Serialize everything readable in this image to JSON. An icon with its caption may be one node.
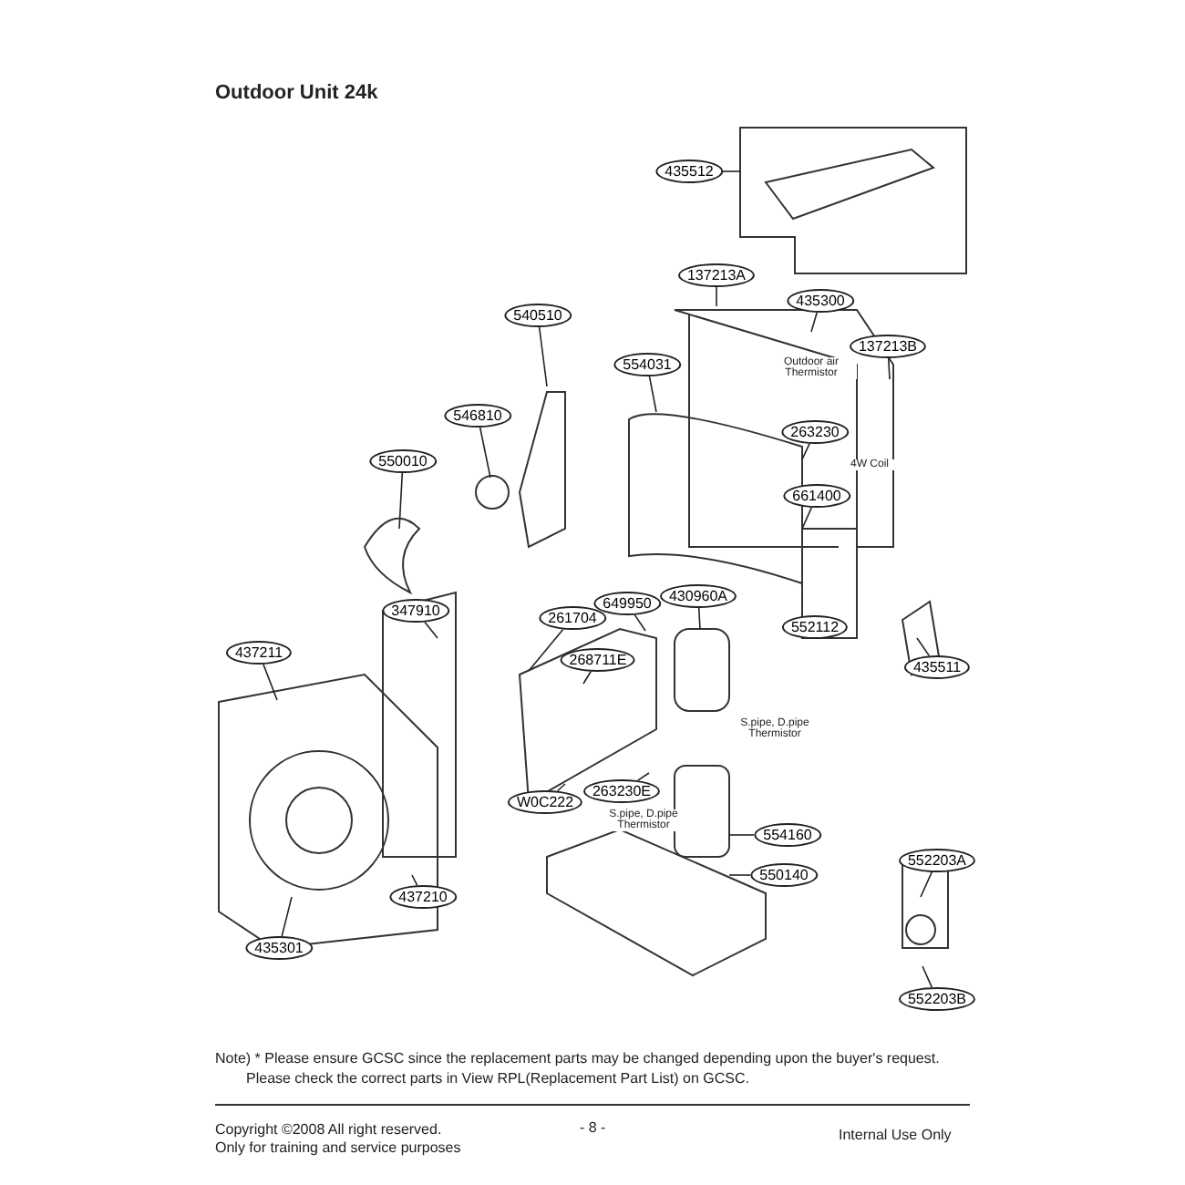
{
  "diagram": {
    "title": "Outdoor Unit 24k",
    "nodes": [
      {
        "text": [
          "435512"
        ]
      },
      {
        "text": [
          "137213A"
        ]
      },
      {
        "text": [
          "435300"
        ]
      },
      {
        "text": [
          "137213B"
        ]
      },
      {
        "text": [
          "554031"
        ]
      },
      {
        "text": [
          "540510"
        ]
      },
      {
        "text": [
          "546810"
        ]
      },
      {
        "text": [
          "550010"
        ]
      },
      {
        "text": [
          "263230"
        ]
      },
      {
        "text": [
          "661400"
        ]
      },
      {
        "text": [
          "552112"
        ]
      },
      {
        "text": [
          "430960A"
        ]
      },
      {
        "text": [
          "347910"
        ]
      },
      {
        "text": [
          "261704"
        ]
      },
      {
        "text": [
          "649950"
        ]
      },
      {
        "text": [
          "268711E"
        ]
      },
      {
        "text": [
          "437211"
        ]
      },
      {
        "text": [
          "435511"
        ]
      },
      {
        "text": [
          "263230E"
        ]
      },
      {
        "text": [
          "W0C222"
        ]
      },
      {
        "text": [
          "554160"
        ]
      },
      {
        "text": [
          "550140"
        ]
      },
      {
        "text": [
          "552203A"
        ]
      },
      {
        "text": [
          "437210"
        ]
      },
      {
        "text": [
          "435301"
        ]
      },
      {
        "text": [
          "552203B"
        ]
      }
    ],
    "edges": [
      {
        "from": 0,
        "to": null,
        "arrow": "none"
      },
      {
        "from": 1,
        "to": null,
        "arrow": "none"
      },
      {
        "from": 2,
        "to": null,
        "arrow": "none"
      },
      {
        "from": 3,
        "to": null,
        "arrow": "none"
      },
      {
        "from": 4,
        "to": null,
        "arrow": "none"
      },
      {
        "from": 5,
        "to": null,
        "arrow": "none"
      },
      {
        "from": 6,
        "to": null,
        "arrow": "none"
      },
      {
        "from": 7,
        "to": null,
        "arrow": "none"
      },
      {
        "from": 8,
        "to": null,
        "arrow": "none"
      },
      {
        "from": 9,
        "to": null,
        "arrow": "none"
      },
      {
        "from": 10,
        "to": null,
        "arrow": "none"
      },
      {
        "from": 11,
        "to": null,
        "arrow": "none"
      },
      {
        "from": 12,
        "to": null,
        "arrow": "none"
      },
      {
        "from": 13,
        "to": null,
        "arrow": "none"
      },
      {
        "from": 14,
        "to": null,
        "arrow": "none"
      },
      {
        "from": 15,
        "to": null,
        "arrow": "none"
      },
      {
        "from": 16,
        "to": null,
        "arrow": "none"
      },
      {
        "from": 17,
        "to": null,
        "arrow": "none"
      },
      {
        "from": 18,
        "to": null,
        "arrow": "none"
      },
      {
        "from": 19,
        "to": null,
        "arrow": "none"
      },
      {
        "from": 20,
        "to": null,
        "arrow": "none"
      },
      {
        "from": 21,
        "to": null,
        "arrow": "none"
      },
      {
        "from": 22,
        "to": null,
        "arrow": "none"
      },
      {
        "from": 23,
        "to": null,
        "arrow": "none"
      },
      {
        "from": 24,
        "to": null,
        "arrow": "none"
      },
      {
        "from": 25,
        "to": null,
        "arrow": "none"
      }
    ],
    "labels": [
      "Outdoor air Thermistor",
      "4W Coil",
      "S.pipe, D.pipe Thermistor",
      "S.pipe, D.pipe Thermistor",
      "Note) * Please ensure GCSC since the replacement parts may be changed depending upon the buyer's request.",
      "Please check the correct parts in View RPL(Replacement Part List) on GCSC.",
      "Copyright ©2008 All right reserved.",
      "Only for training and service purposes",
      "- 8 -",
      "Internal Use Only"
    ]
  }
}
